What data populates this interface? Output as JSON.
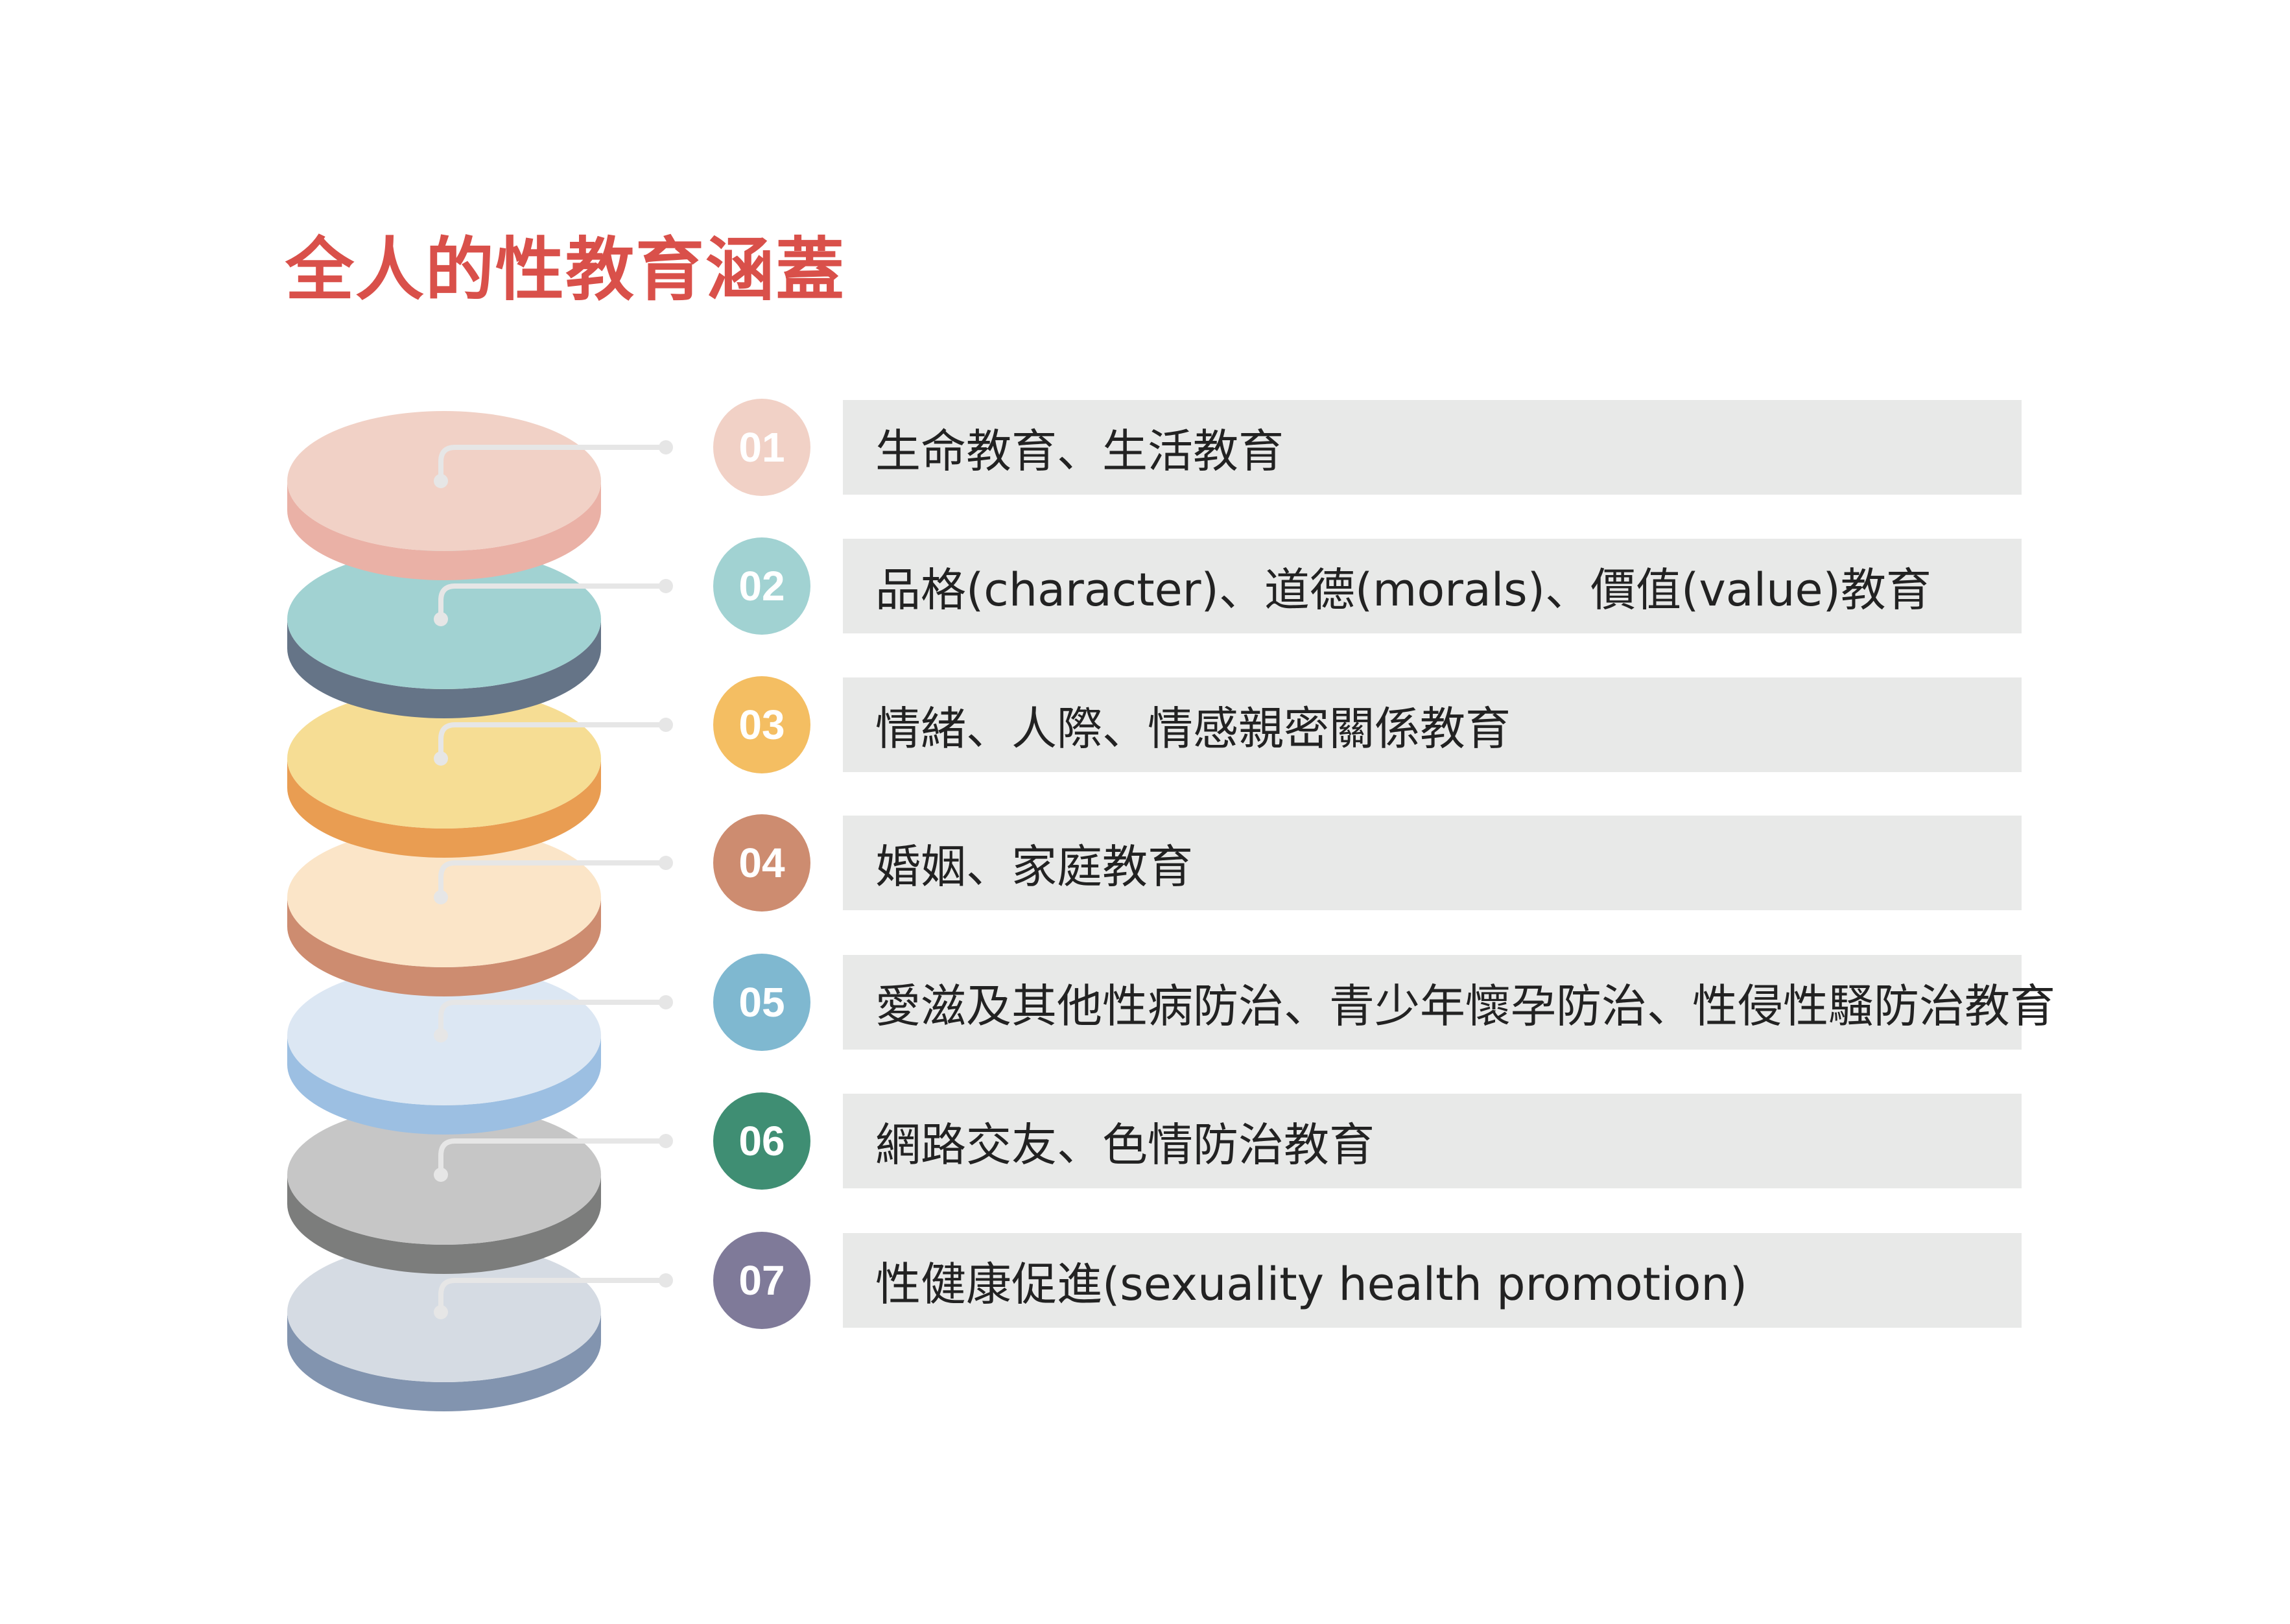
{
  "title": "全人的性教育涵蓋",
  "items": [
    {
      "num": "01",
      "text": "生命教育、生活教育",
      "badge_color": "#f1d1c6",
      "disc_top": "#f1d1c6",
      "disc_side": "#eab1a6"
    },
    {
      "num": "02",
      "text": "品格(character)、道德(morals)、價值(value)教育",
      "badge_color": "#a1d2d2",
      "disc_top": "#a1d2d2",
      "disc_side": "#657487"
    },
    {
      "num": "03",
      "text": "情緒、人際、情感親密關係教育",
      "badge_color": "#f4be62",
      "disc_top": "#f6dd94",
      "disc_side": "#e99d52"
    },
    {
      "num": "04",
      "text": "婚姻、家庭教育",
      "badge_color": "#cd8c70",
      "disc_top": "#fbe5c8",
      "disc_side": "#cd8c70"
    },
    {
      "num": "05",
      "text": "愛滋及其他性病防治、青少年懷孕防治、性侵性騷防治教育",
      "badge_color": "#7fb8d0",
      "disc_top": "#dce7f3",
      "disc_side": "#9cbfe2"
    },
    {
      "num": "06",
      "text": "網路交友、色情防治教育",
      "badge_color": "#3f8e73",
      "disc_top": "#c6c6c6",
      "disc_side": "#7c7d7c"
    },
    {
      "num": "07",
      "text": "性健康促進(sexuality health promotion)",
      "badge_color": "#7f7a99",
      "disc_top": "#d5dbe3",
      "disc_side": "#8294af"
    }
  ]
}
